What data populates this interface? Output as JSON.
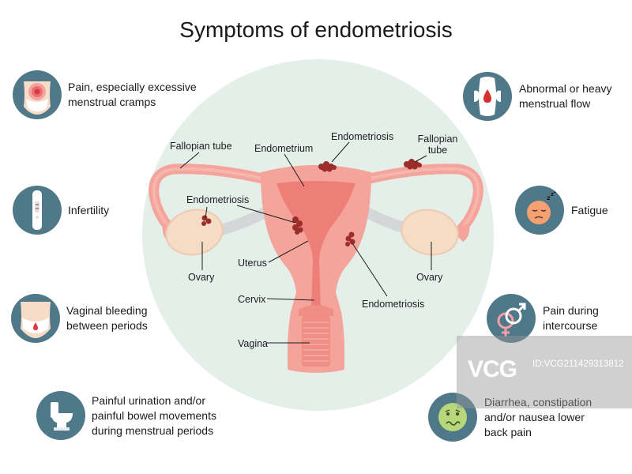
{
  "title": "Symptoms of endometriosis",
  "anatomy_labels": {
    "fallopian_tube_left": "Fallopian tube",
    "endometrium": "Endometrium",
    "endometriosis_top": "Endometriosis",
    "fallopian_tube_right_line1": "Fallopian",
    "fallopian_tube_right_line2": "tube",
    "endometriosis_left": "Endometriosis",
    "ovary_left": "Ovary",
    "uterus": "Uterus",
    "ovary_right": "Ovary",
    "cervix": "Cervix",
    "endometriosis_right": "Endometriosis",
    "vagina": "Vagina"
  },
  "symptoms_left": [
    {
      "icon": "pelvic-pain-icon",
      "lines": [
        "Pain, especially excessive",
        "menstrual cramps"
      ]
    },
    {
      "icon": "pregnancy-test-icon",
      "lines": [
        "Infertility"
      ]
    },
    {
      "icon": "vaginal-bleeding-icon",
      "lines": [
        "Vaginal bleeding",
        "between periods"
      ]
    },
    {
      "icon": "toilet-icon",
      "lines": [
        "Painful urination and/or",
        "painful bowel movements",
        "during menstrual periods"
      ]
    }
  ],
  "symptoms_right": [
    {
      "icon": "sanitary-pad-icon",
      "lines": [
        "Abnormal or heavy",
        "menstrual flow"
      ]
    },
    {
      "icon": "tired-face-icon",
      "lines": [
        "Fatigue"
      ]
    },
    {
      "icon": "gender-symbols-icon",
      "lines": [
        "Pain during",
        "intercourse"
      ]
    },
    {
      "icon": "nauseous-face-icon",
      "lines": [
        "Diarrhea, constipation",
        "and/or nausea lower",
        "back pain"
      ]
    }
  ],
  "watermark": {
    "logo": "VCG",
    "id": "ID:VCG211429313812"
  },
  "colors": {
    "icon_bg": "#4f7889",
    "tissue": "#f4a49a",
    "uterus_inner": "#ee7f78",
    "ovary": "#f4dcc5",
    "lesion": "#9b2d2b",
    "circle_bg": "#e4efea"
  }
}
